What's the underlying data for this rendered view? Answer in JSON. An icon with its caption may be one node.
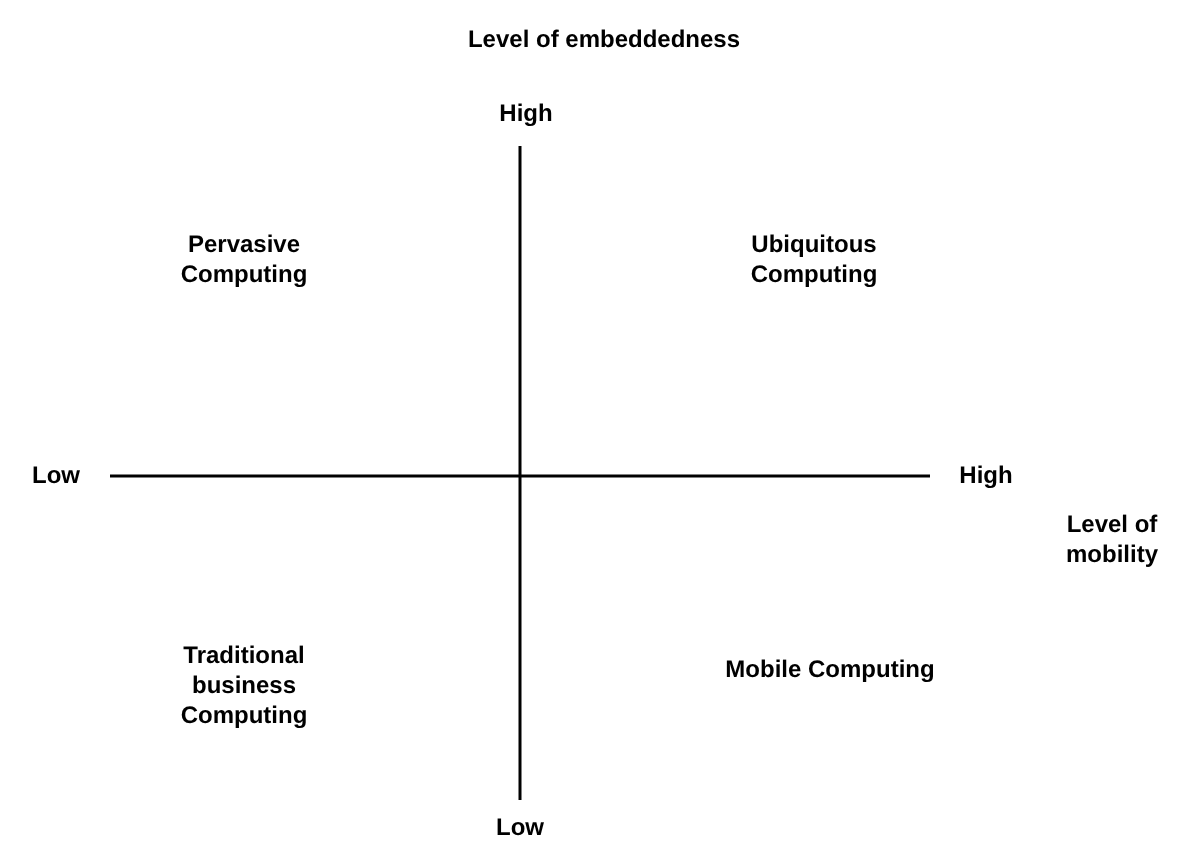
{
  "diagram": {
    "labels": [
      "Level of embeddedness",
      "High",
      "Pervasive Computing",
      "Ubiquitous Computing",
      "Low",
      "High",
      "Level of mobility",
      "Traditional business Computing",
      "Mobile Computing",
      "Low"
    ]
  }
}
